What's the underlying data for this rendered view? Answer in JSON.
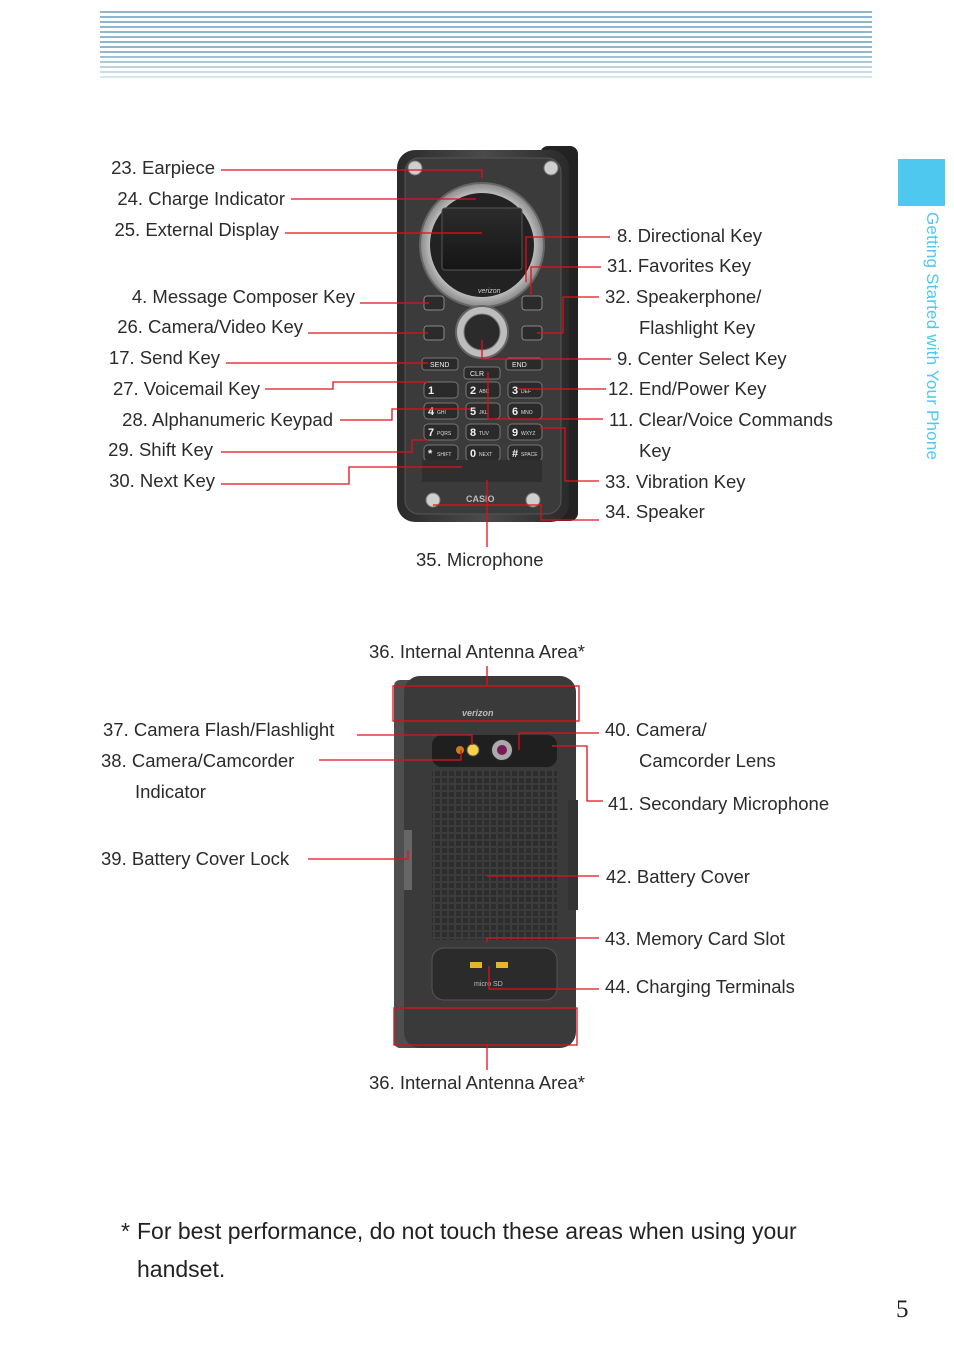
{
  "header": {
    "side_tab_text": "Getting Started with Your Phone"
  },
  "front_labels_left": [
    "23. Earpiece",
    "24. Charge Indicator",
    "25. External Display",
    "4. Message Composer Key",
    "26. Camera/Video Key",
    "17. Send Key",
    "27. Voicemail Key",
    "28. Alphanumeric Keypad",
    "29. Shift Key",
    "30. Next Key"
  ],
  "front_labels_right": [
    "8. Directional Key",
    "31. Favorites Key",
    "32. Speakerphone/",
    "Flashlight Key",
    "9. Center Select Key",
    "12. End/Power Key",
    "11. Clear/Voice Commands",
    "Key",
    "33. Vibration Key",
    "34. Speaker"
  ],
  "front_bottom_label": "35. Microphone",
  "back_labels": {
    "antenna_top": "36. Internal Antenna Area*",
    "flash": "37. Camera Flash/Flashlight",
    "indicator_1": "38. Camera/Camcorder",
    "indicator_2": "Indicator",
    "cover_lock": "39. Battery Cover Lock",
    "lens_1": "40. Camera/",
    "lens_2": "Camcorder Lens",
    "mic2": "41. Secondary Microphone",
    "battery_cover": "42. Battery Cover",
    "memory_slot": "43. Memory Card Slot",
    "charging": "44. Charging Terminals",
    "antenna_bottom": "36. Internal Antenna Area*"
  },
  "phone_text": {
    "brand": "CASIO",
    "carrier": "verizon",
    "microsd": "micro SD",
    "send": "SEND",
    "end": "END",
    "clr": "CLR",
    "keys": [
      {
        "num": "1",
        "sub": ""
      },
      {
        "num": "2",
        "sub": "ABC"
      },
      {
        "num": "3",
        "sub": "DEF"
      },
      {
        "num": "4",
        "sub": "GHI"
      },
      {
        "num": "5",
        "sub": "JKL"
      },
      {
        "num": "6",
        "sub": "MNO"
      },
      {
        "num": "7",
        "sub": "PQRS"
      },
      {
        "num": "8",
        "sub": "TUV"
      },
      {
        "num": "9",
        "sub": "WXYZ"
      },
      {
        "num": "*",
        "sub": "SHIFT"
      },
      {
        "num": "0",
        "sub": "NEXT"
      },
      {
        "num": "#",
        "sub": "SPACE"
      }
    ]
  },
  "footnote": {
    "star": "*",
    "text": "For best performance, do not touch these areas when using your handset."
  },
  "page_number": "5",
  "colors": {
    "accent": "#4fc8ef",
    "leader": "#e0101a",
    "phone_body": "#3a3a3a"
  }
}
